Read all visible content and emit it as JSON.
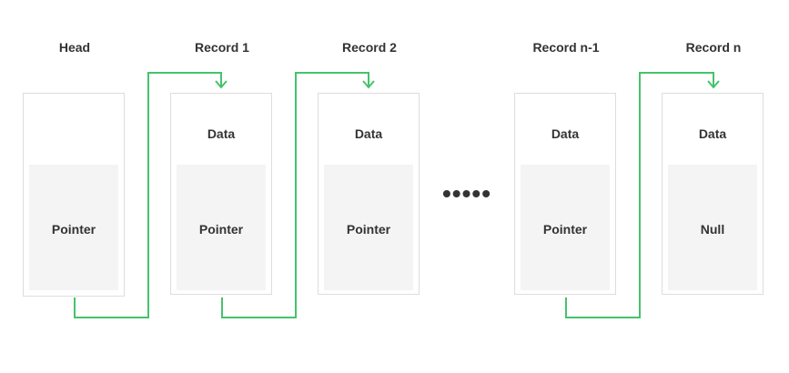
{
  "nodes": [
    {
      "title": "Head",
      "data": "",
      "pointer": "Pointer"
    },
    {
      "title": "Record 1",
      "data": "Data",
      "pointer": "Pointer"
    },
    {
      "title": "Record 2",
      "data": "Data",
      "pointer": "Pointer"
    },
    {
      "title": "Record n-1",
      "data": "Data",
      "pointer": "Pointer"
    },
    {
      "title": "Record n",
      "data": "Data",
      "pointer": "Null"
    }
  ],
  "ellipsis": "•••••",
  "connector_color": "#47c26c"
}
